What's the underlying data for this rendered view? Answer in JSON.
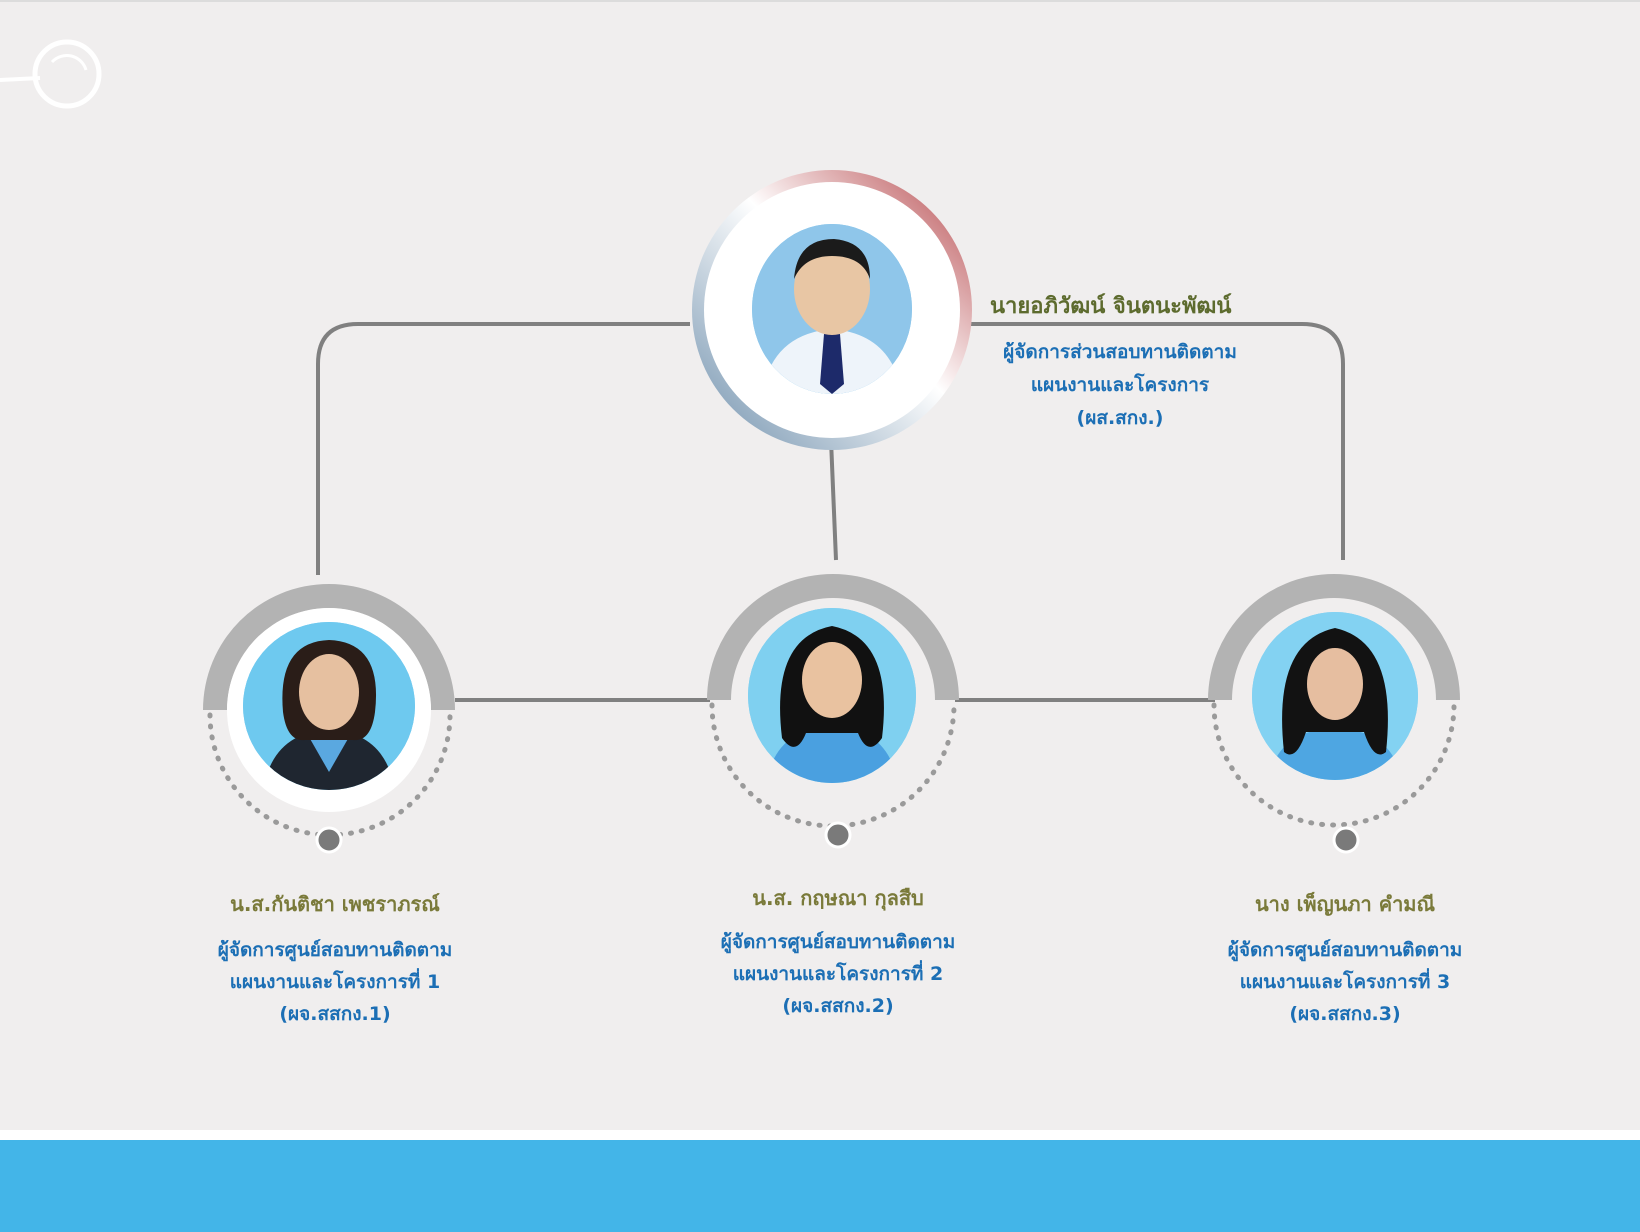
{
  "colors": {
    "background": "#f0eeee",
    "connector": "#808080",
    "name_text": "#7a7a3a",
    "title_text": "#1c6fb5",
    "footer": "#43b5e8",
    "top_ring_red": "#a33a3a",
    "top_ring_blue": "#6a8aa8",
    "ring_gray": "#b5b5b5"
  },
  "head": {
    "name": "นายอภิวัฒน์  จินตนะพัฒน์",
    "title_line1": "ผู้จัดการส่วนสอบทานติดตาม",
    "title_line2": "แผนงานและโครงการ",
    "abbr": "(ผส.สกง.)",
    "photo": "man-portrait-photo"
  },
  "staff": [
    {
      "name": "น.ส.กันติชา เพชราภรณ์",
      "title_line1": "ผู้จัดการศูนย์สอบทานติดตาม",
      "title_line2": "แผนงานและโครงการที่ 1",
      "abbr": "(ผจ.สสกง.1)",
      "photo": "woman-portrait-photo"
    },
    {
      "name": "น.ส. กฤษณา กุลสืบ",
      "title_line1": "ผู้จัดการศูนย์สอบทานติดตาม",
      "title_line2": "แผนงานและโครงการที่ 2",
      "abbr": "(ผจ.สสกง.2)",
      "photo": "woman-portrait-photo"
    },
    {
      "name": "นาง เพ็ญนภา คำมณี",
      "title_line1": "ผู้จัดการศูนย์สอบทานติดตาม",
      "title_line2": "แผนงานและโครงการที่ 3",
      "abbr": "(ผจ.สสกง.3)",
      "photo": "woman-portrait-photo"
    }
  ]
}
